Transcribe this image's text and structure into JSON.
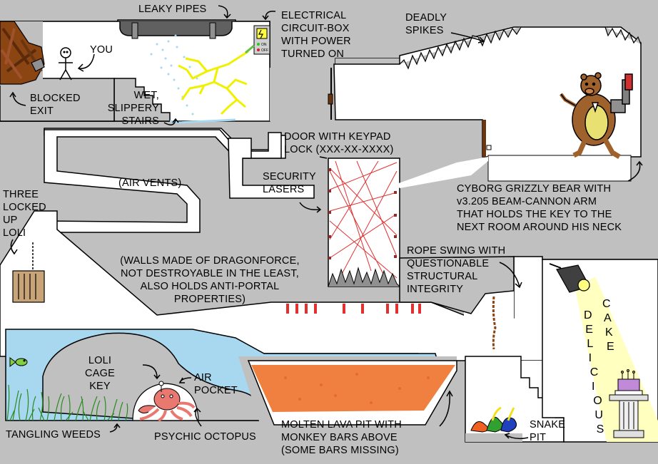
{
  "labels": {
    "leaky_pipes": "LEAKY PIPES",
    "electrical_box": "ELECTRICAL\nCIRCUIT-BOX\nWITH POWER\nTURNED ON",
    "deadly_spikes": "DEADLY\nSPIKES",
    "you": "YOU",
    "blocked_exit": "BLOCKED\nEXIT",
    "wet_stairs": "WET,\nSLIPPERY\nSTAIRS",
    "door_keypad": "DOOR WITH KEYPAD\nLOCK (XXX-XX-XXXX)",
    "security_lasers": "SECURITY\nLASERS",
    "air_vents": "(AIR VENTS)",
    "three_loli": "THREE\nLOCKED\nUP\nLOLI",
    "cyborg_bear": "CYBORG GRIZZLY BEAR WITH\nv3.205 BEAM-CANNON ARM\nTHAT HOLDS THE KEY TO THE\nNEXT ROOM AROUND HIS NECK",
    "walls": "(WALLS MADE OF DRAGONFORCE,\nNOT DESTROYABLE IN THE LEAST,\nALSO HOLDS ANTI-PORTAL\nPROPERTIES)",
    "rope_swing": "ROPE SWING WITH\nQUESTIONABLE\nSTRUCTURAL\nINTEGRITY",
    "cage_key": "LOLI\nCAGE\nKEY",
    "air_pocket": "AIR\nPOCKET",
    "lava_pit": "MOLTEN LAVA PIT WITH\nMONKEY BARS ABOVE\n(SOME BARS MISSING)",
    "snake_pit": "SNAKE\nPIT",
    "tangling_weeds": "TANGLING WEEDS",
    "psychic_octopus": "PSYCHIC OCTOPUS"
  },
  "cake_text": {
    "col1": [
      "D",
      "E",
      "L",
      "I",
      "C",
      "I",
      "O",
      "U",
      "S"
    ],
    "col2": [
      "C",
      "A",
      "K",
      "E"
    ]
  },
  "circuit_box": {
    "on": "ON",
    "off": "OFF"
  },
  "colors": {
    "wall": "#c0c0c0",
    "floor": "#ffffff",
    "water": "#a8d8f0",
    "lava": "#f08040",
    "laser": "#e03030",
    "spark": "#ffff40",
    "light": "#ffffc0",
    "bear": "#a0622d",
    "octopus": "#e87870",
    "cake": "#c08ad8"
  },
  "icons": [
    "electrical-box-icon",
    "stick-figure-icon",
    "cyborg-bear-icon",
    "octopus-icon",
    "fish-icon",
    "cage-icon",
    "spotlight-icon",
    "cake-icon",
    "snake-icon",
    "key-icon",
    "rope-icon",
    "pipe-icon",
    "rubble-icon"
  ]
}
